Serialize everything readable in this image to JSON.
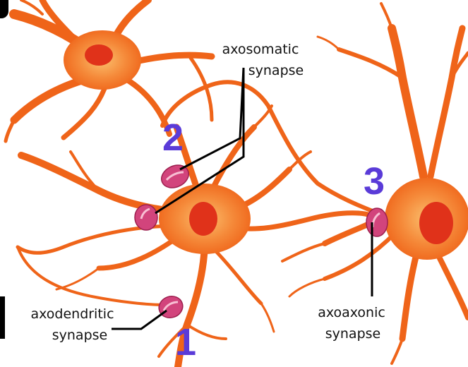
{
  "labels": {
    "axosomatic_line1": "axosomatic",
    "axosomatic_line2": "synapse",
    "axodendritic_line1": "axodendritic",
    "axodendritic_line2": "synapse",
    "axoaxonic_line1": "axoaxonic",
    "axoaxonic_line2": "synapse"
  },
  "numbers": {
    "n1": "1",
    "n2": "2",
    "n3": "3"
  },
  "colors": {
    "neuron": "#f16a1e",
    "neuron_light": "#f8a458",
    "nucleus": "#e0321a",
    "synapse": "#d2447c",
    "number": "#5a3bd8"
  }
}
